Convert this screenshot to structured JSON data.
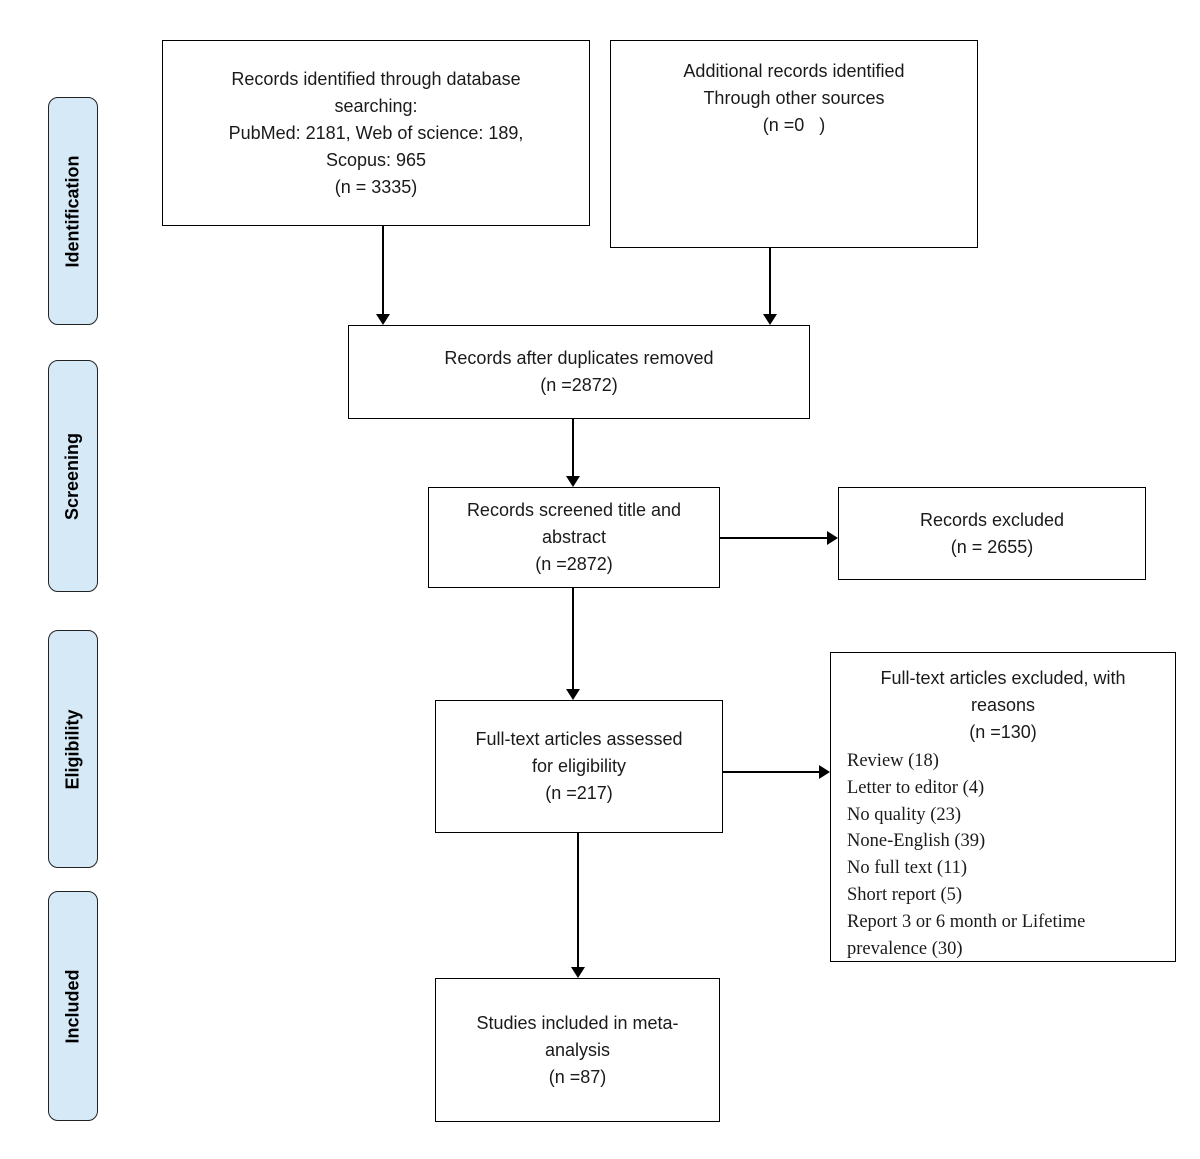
{
  "stages": {
    "identification": "Identification",
    "screening": "Screening",
    "eligibility": "Eligibility",
    "included": "Included"
  },
  "boxes": {
    "identified": "Records identified through database\nsearching:\nPubMed: 2181, Web of science: 189,\nScopus: 965\n(n = 3335)",
    "additional": "Additional records identified\nThrough other sources\n(n =0   )",
    "duplicates_removed": "Records after duplicates removed\n(n =2872)",
    "screened": "Records screened title and\nabstract\n(n =2872)",
    "records_excluded": "Records excluded\n(n = 2655)",
    "fulltext_assessed": "Full-text articles assessed\nfor eligibility\n(n =217)",
    "fulltext_excluded_header": "Full-text articles excluded, with\nreasons\n(n =130)",
    "fulltext_excluded_reasons": [
      "Review (18)",
      "Letter to editor (4)",
      "No quality (23)",
      "None-English (39)",
      "No full text (11)",
      "Short report (5)",
      "Report 3 or 6 month or Lifetime prevalence (30)"
    ],
    "studies_included": "Studies included in meta-\nanalysis\n(n =87)"
  },
  "colors": {
    "stage_fill": "#d6e9f7",
    "background": "#ffffff"
  }
}
